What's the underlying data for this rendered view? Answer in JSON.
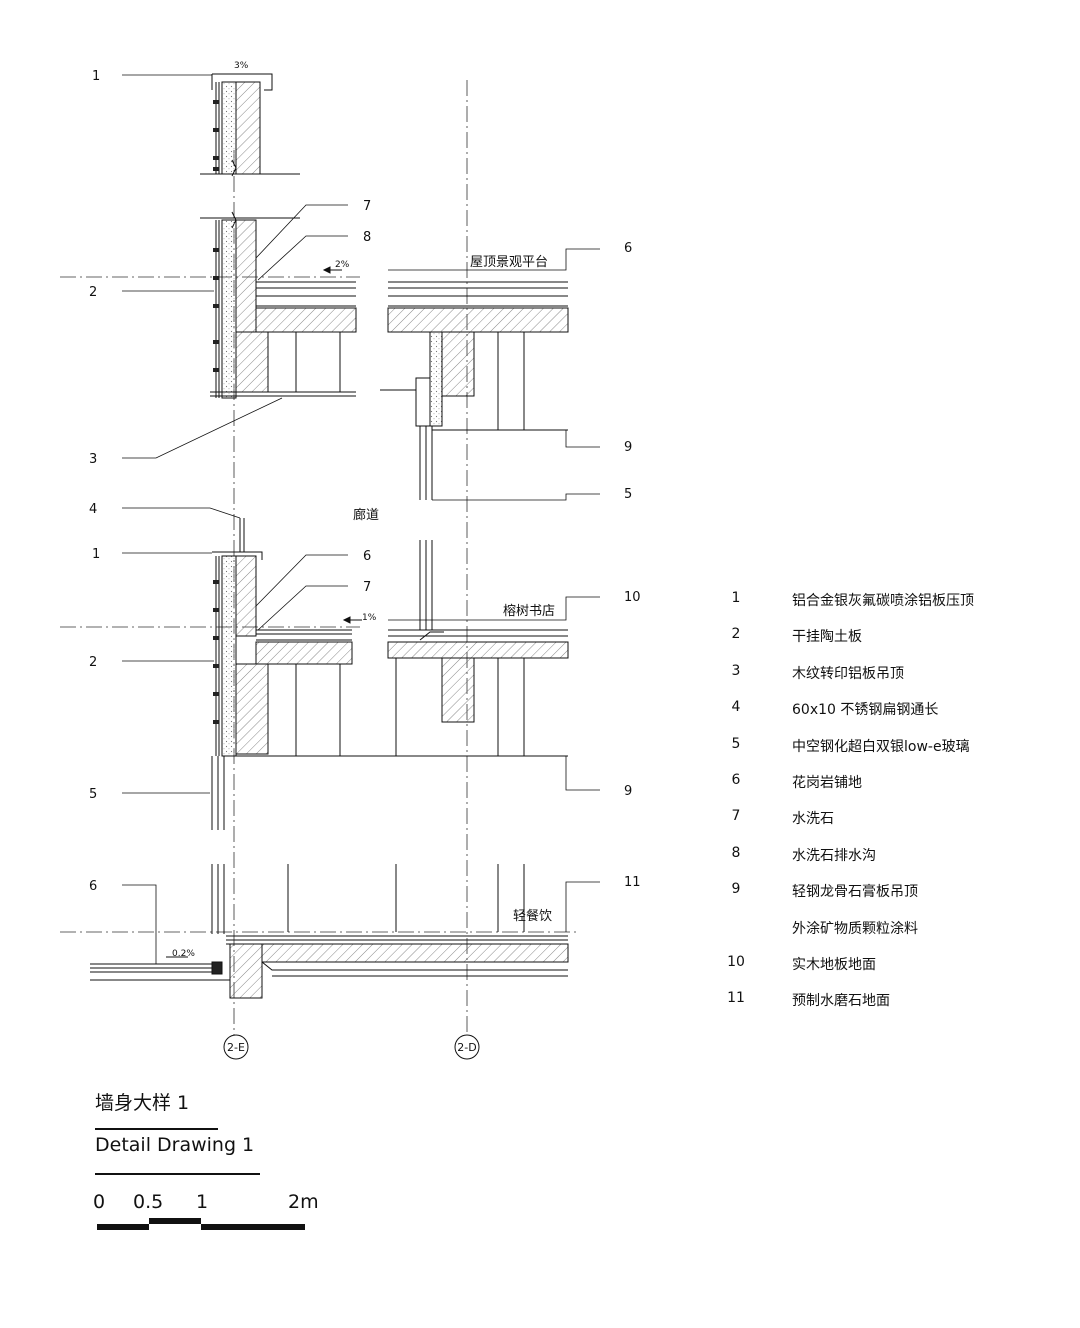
{
  "callouts": {
    "roof_1": "1",
    "roof_2": "2",
    "roof_3": "3",
    "roof_7": "7",
    "roof_8": "8",
    "roof_6": "6",
    "roof_9": "9",
    "roof_5": "5",
    "mid_4": "4",
    "mid_1": "1",
    "mid_2": "2",
    "mid_6": "6",
    "mid_7": "7",
    "mid_10": "10",
    "mid_9": "9",
    "mid_5": "5",
    "gnd_6": "6",
    "gnd_11": "11"
  },
  "slopes": {
    "parapet": "3%",
    "roof": "2%",
    "mid": "1%",
    "ground": "0.2%"
  },
  "rooms": {
    "roof_terrace": "屋顶景观平台",
    "corridor": "廊道",
    "bookstore": "榕树书店",
    "cafe": "轻餐饮"
  },
  "axes": {
    "left": "2-E",
    "right": "2-D"
  },
  "legend": [
    {
      "no": "1",
      "text": "铝合金银灰氟碳喷涂铝板压顶"
    },
    {
      "no": "2",
      "text": "干挂陶土板"
    },
    {
      "no": "3",
      "text": "木纹转印铝板吊顶"
    },
    {
      "no": "4",
      "text": "60x10 不锈钢扁钢通长"
    },
    {
      "no": "5",
      "text": "中空钢化超白双银low-e玻璃"
    },
    {
      "no": "6",
      "text": "花岗岩铺地"
    },
    {
      "no": "7",
      "text": "水洗石"
    },
    {
      "no": "8",
      "text": "水洗石排水沟"
    },
    {
      "no": "9",
      "text": "轻钢龙骨石膏板吊顶"
    },
    {
      "no": "",
      "text": "外涂矿物质颗粒涂料"
    },
    {
      "no": "10",
      "text": "实木地板地面"
    },
    {
      "no": "11",
      "text": "预制水磨石地面"
    }
  ],
  "title": {
    "zh": "墙身大样 1",
    "en": "Detail Drawing 1"
  },
  "scale": {
    "l0": "0",
    "l05": "0.5",
    "l1": "1",
    "l2": "2m"
  }
}
